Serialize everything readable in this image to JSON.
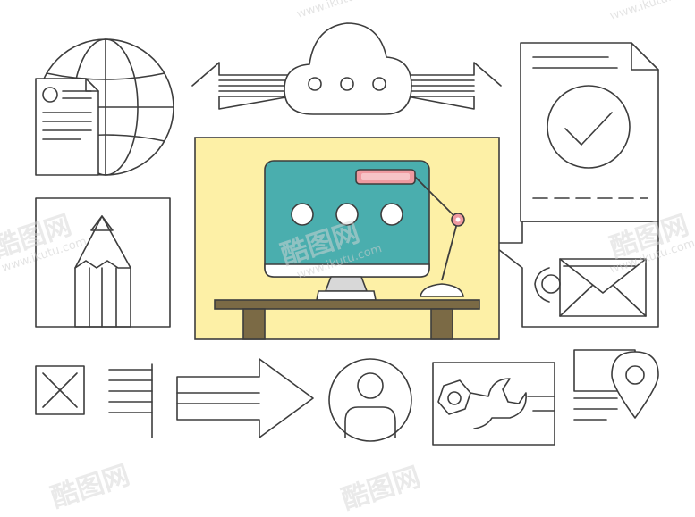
{
  "colors": {
    "line": "#3d3d3d",
    "panel_bg": "#fdf0a6",
    "screen": "#4aaeae",
    "desk": "#7b6a45",
    "tag": "#ef9aa0",
    "lamp_joint": "#ef9aa0"
  },
  "icons": [
    "globe-document-icon",
    "bidirectional-arrow-icon",
    "cloud-icon",
    "approved-document-icon",
    "computer-desk-lamp-illustration",
    "pencil-card-icon",
    "mail-settings-icon",
    "checkbox-list-icon",
    "right-arrow-icon",
    "user-avatar-icon",
    "wrench-card-icon",
    "map-location-icon"
  ],
  "watermark": {
    "brand": "酷图网",
    "url": "www.ikutu.com"
  }
}
